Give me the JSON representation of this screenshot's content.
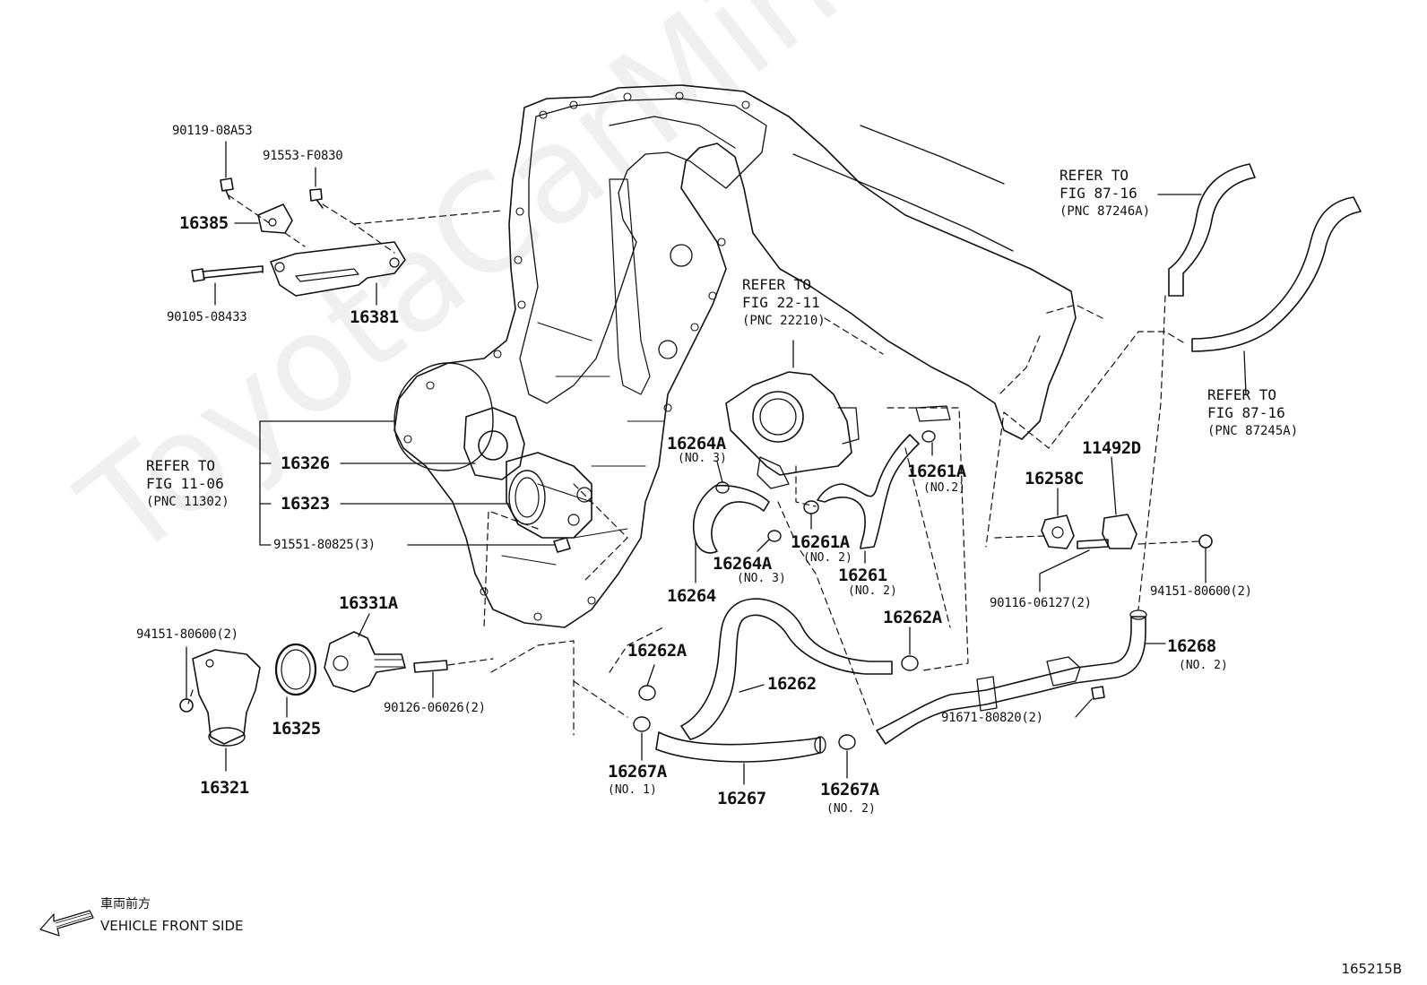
{
  "watermark": "ToyotaCarMine.ru",
  "diagram_id": "165215B",
  "front": {
    "jp": "車両前方",
    "en": "VEHICLE FRONT SIDE"
  },
  "refs": {
    "fig_87_16_a": {
      "l1": "REFER TO",
      "l2": "FIG 87-16",
      "l3": "(PNC 87246A)"
    },
    "fig_87_16_b": {
      "l1": "REFER TO",
      "l2": "FIG 87-16",
      "l3": "(PNC 87245A)"
    },
    "fig_22_11": {
      "l1": "REFER TO",
      "l2": "FIG 22-11",
      "l3": "(PNC 22210)"
    },
    "fig_11_06": {
      "l1": "REFER TO",
      "l2": "FIG 11-06",
      "l3": "(PNC 11302)"
    }
  },
  "parts": {
    "p90119": "90119-08A53",
    "p91553": "91553-F0830",
    "p16385": "16385",
    "p90105": "90105-08433",
    "p16381": "16381",
    "p16326": "16326",
    "p16323": "16323",
    "p91551": "91551-80825(3)",
    "p16331A": "16331A",
    "p94151a": "94151-80600(2)",
    "p90126": "90126-06026(2)",
    "p16325": "16325",
    "p16321": "16321",
    "p16264A_1": "16264A",
    "p16264A_1n": "(NO. 3)",
    "p16264A_2": "16264A",
    "p16264A_2n": "(NO. 3)",
    "p16264": "16264",
    "p16261A_1": "16261A",
    "p16261A_1n": "(NO.2)",
    "p16261A_2": "16261A",
    "p16261A_2n": "(NO. 2)",
    "p16261": "16261",
    "p16261n": "(NO. 2)",
    "p16262A_1": "16262A",
    "p16262A_2": "16262A",
    "p16262": "16262",
    "p16267A_1": "16267A",
    "p16267A_1n": "(NO. 1)",
    "p16267": "16267",
    "p16267A_2": "16267A",
    "p16267A_2n": "(NO. 2)",
    "p16258C": "16258C",
    "p11492D": "11492D",
    "p90116": "90116-06127(2)",
    "p94151b": "94151-80600(2)",
    "p16268": "16268",
    "p16268n": "(NO. 2)",
    "p91671": "91671-80820(2)"
  }
}
